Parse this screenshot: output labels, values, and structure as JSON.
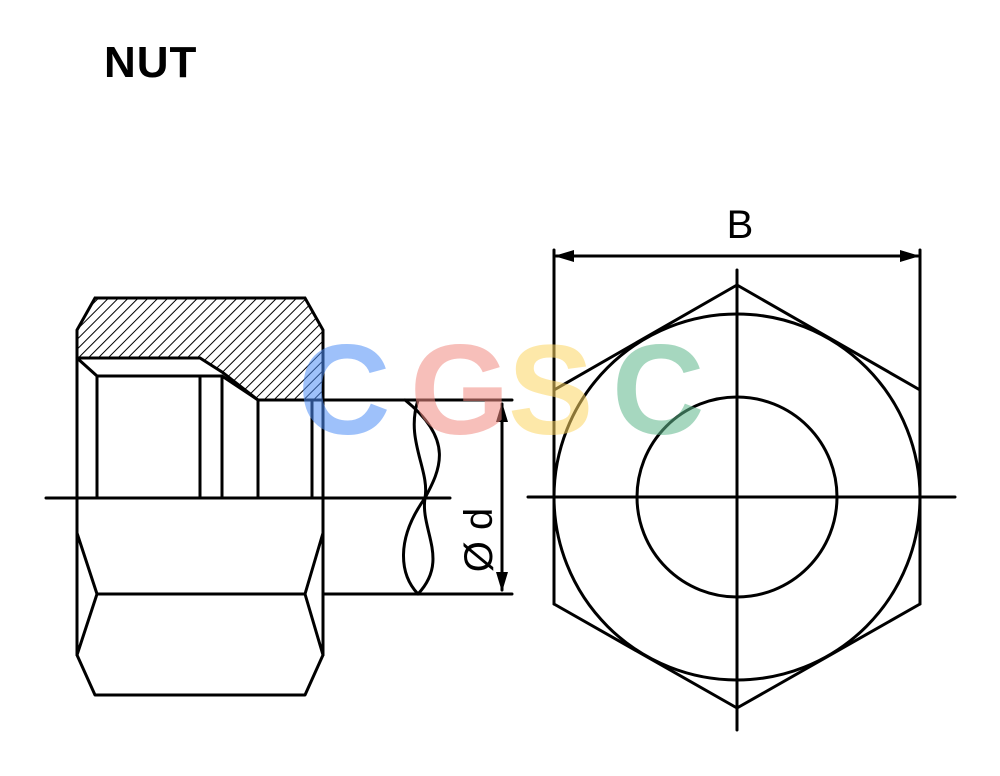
{
  "title": "NUT",
  "dimensions": {
    "width_across_corners": "B",
    "bore_diameter": "Ø d"
  },
  "watermark": {
    "letters": [
      "C",
      "G",
      "S",
      "C"
    ],
    "colors": [
      "#4f8ff7",
      "#f28b82",
      "#fdd663",
      "#5fb88c"
    ]
  },
  "line_color": "#000000"
}
